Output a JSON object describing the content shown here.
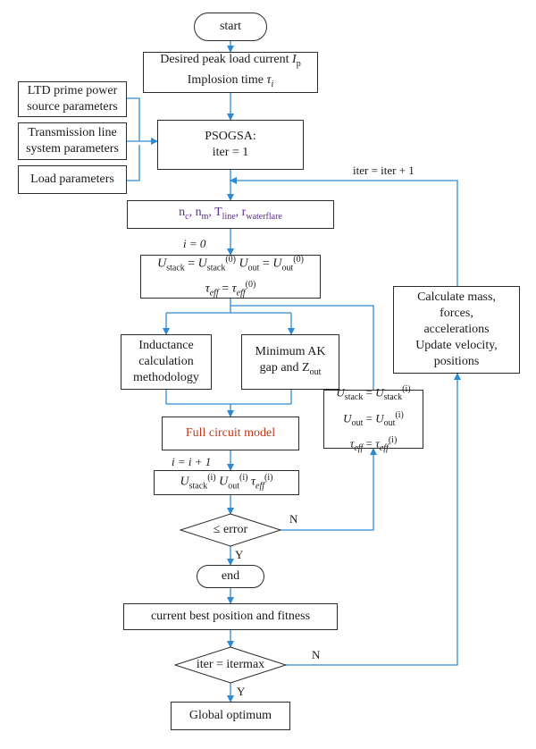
{
  "nodes": {
    "start": "start",
    "input": {
      "line1": "Desired peak load current",
      "ip_sym": "I",
      "ip_sub": "p",
      "line2": "Implosion time",
      "tau_sym": "τ",
      "tau_sub": "i"
    },
    "ltd": {
      "line1": "LTD prime power",
      "line2": "source parameters"
    },
    "trans": {
      "line1": "Transmission line",
      "line2": "system parameters"
    },
    "load": "Load parameters",
    "psogsa": {
      "line1": "PSOGSA:",
      "line2": "iter = 1"
    },
    "params": {
      "nc": "n",
      "nc_sub": "c",
      "nm": "n",
      "nm_sub": "m",
      "tline": "T",
      "tline_sub": "line",
      "rwf": "r",
      "rwf_sub": "waterflare",
      "sep": ","
    },
    "init": {
      "line1": {
        "u": "U",
        "stack": "stack",
        "eq": "=",
        "zero": "(0)",
        "out": "out"
      },
      "line2": {
        "tau": "τ",
        "eff": "eff",
        "eq": "=",
        "zero": "(0)"
      }
    },
    "inductance": {
      "line1": "Inductance",
      "line2": "calculation",
      "line3": "methodology"
    },
    "minak": {
      "line1": "Minimum AK",
      "line2": "gap and Z",
      "line2_sub": "out"
    },
    "fullcircuit": "Full circuit model",
    "result": {
      "u": "U",
      "stack": "stack",
      "i": "(i)",
      "out": "out",
      "tau": "τ",
      "eff": "eff"
    },
    "error": "≤ error",
    "update": {
      "u": "U",
      "stack": "stack",
      "out": "out",
      "tau": "τ",
      "eff": "eff",
      "eq": "=",
      "i": "(i)"
    },
    "calc": {
      "line1": "Calculate mass,",
      "line2": "forces,",
      "line3": "accelerations",
      "line4": "Update velocity,",
      "line5": "positions"
    },
    "end": "end",
    "best": "current best position and fitness",
    "itermax": "iter = itermax",
    "global": "Global optimum"
  },
  "labels": {
    "iter_inc": "iter = iter + 1",
    "i_zero": "i = 0",
    "i_inc": "i = i + 1",
    "n_error": "N",
    "y_error": "Y",
    "n_iter": "N",
    "y_iter": "Y"
  },
  "colors": {
    "arrow": "#2e8bd3",
    "border": "#2b2b2b",
    "full_circuit_text": "#c0391c",
    "params_text": "#5a2d8a"
  }
}
